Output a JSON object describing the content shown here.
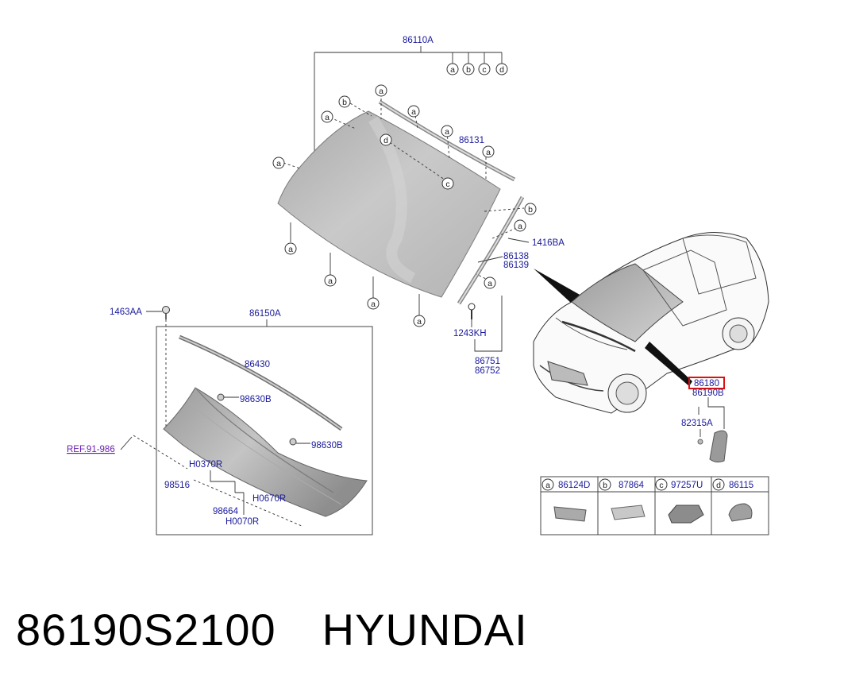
{
  "labels": {
    "windshield_glass": "86110A",
    "molding_upper": "86131",
    "clip": "1416BA",
    "molding_side_lh": "86138",
    "molding_side_rh": "86139",
    "screw": "1243KH",
    "side_piece_lh": "86751",
    "side_piece_rh": "86752",
    "bolt": "1463AA",
    "cowl_assembly": "86150A",
    "cowl_seal": "86430",
    "clip_98630b_a": "98630B",
    "clip_98630b_b": "98630B",
    "reference": "REF.91-986",
    "h0370r": "H0370R",
    "hose": "98516",
    "h0670r": "H0670R",
    "h98664": "98664",
    "h0070r": "H0070R",
    "highlight_part": "86180",
    "sub_part": "86190B",
    "sensor": "82315A"
  },
  "callouts": [
    "a",
    "b",
    "c",
    "d"
  ],
  "legend": [
    {
      "letter": "a",
      "part": "86124D"
    },
    {
      "letter": "b",
      "part": "87864"
    },
    {
      "letter": "c",
      "part": "97257U"
    },
    {
      "letter": "d",
      "part": "86115"
    }
  ],
  "caption": {
    "part_number": "86190S2100",
    "brand": "HYUNDAI"
  },
  "colors": {
    "label": "#1a1a9c",
    "highlight_box": "#e01010",
    "reference": "#6a1fb0",
    "glass": "#b9b9b9"
  }
}
